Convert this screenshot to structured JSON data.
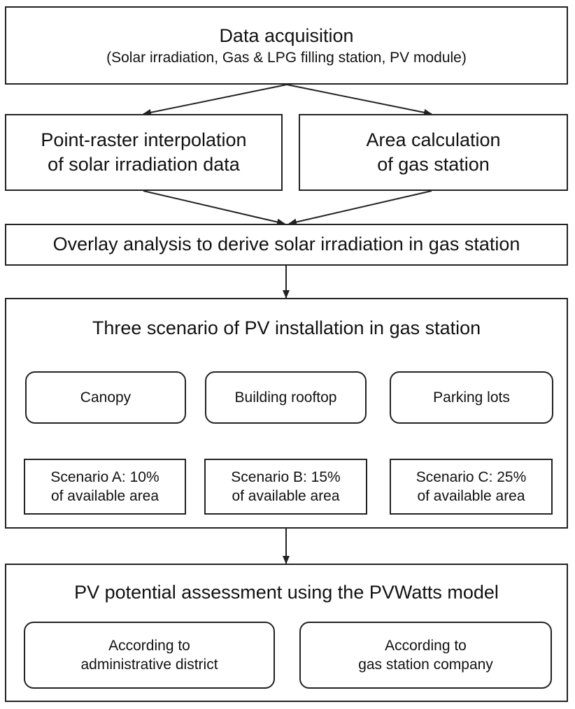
{
  "nodes": {
    "data_acquisition": {
      "title": "Data acquisition",
      "subtitle": "(Solar irradiation, Gas & LPG filling station, PV module)"
    },
    "interpolation": {
      "line1": "Point-raster interpolation",
      "line2": "of solar irradiation data"
    },
    "area_calc": {
      "line1": "Area calculation",
      "line2": "of gas station"
    },
    "overlay": {
      "label": "Overlay analysis to derive solar irradiation in gas station"
    },
    "scenarios": {
      "title": "Three scenario of PV installation in gas station",
      "canopy": "Canopy",
      "building_rooftop": "Building rooftop",
      "parking_lots": "Parking lots",
      "scenario_a": {
        "line1": "Scenario A: 10%",
        "line2": "of available area"
      },
      "scenario_b": {
        "line1": "Scenario B: 15%",
        "line2": "of available area"
      },
      "scenario_c": {
        "line1": "Scenario C: 25%",
        "line2": "of available area"
      }
    },
    "assessment": {
      "title": "PV potential assessment using the PVWatts model",
      "admin": {
        "line1": "According to",
        "line2": "administrative district"
      },
      "company": {
        "line1": "According to",
        "line2": "gas station company"
      }
    }
  }
}
